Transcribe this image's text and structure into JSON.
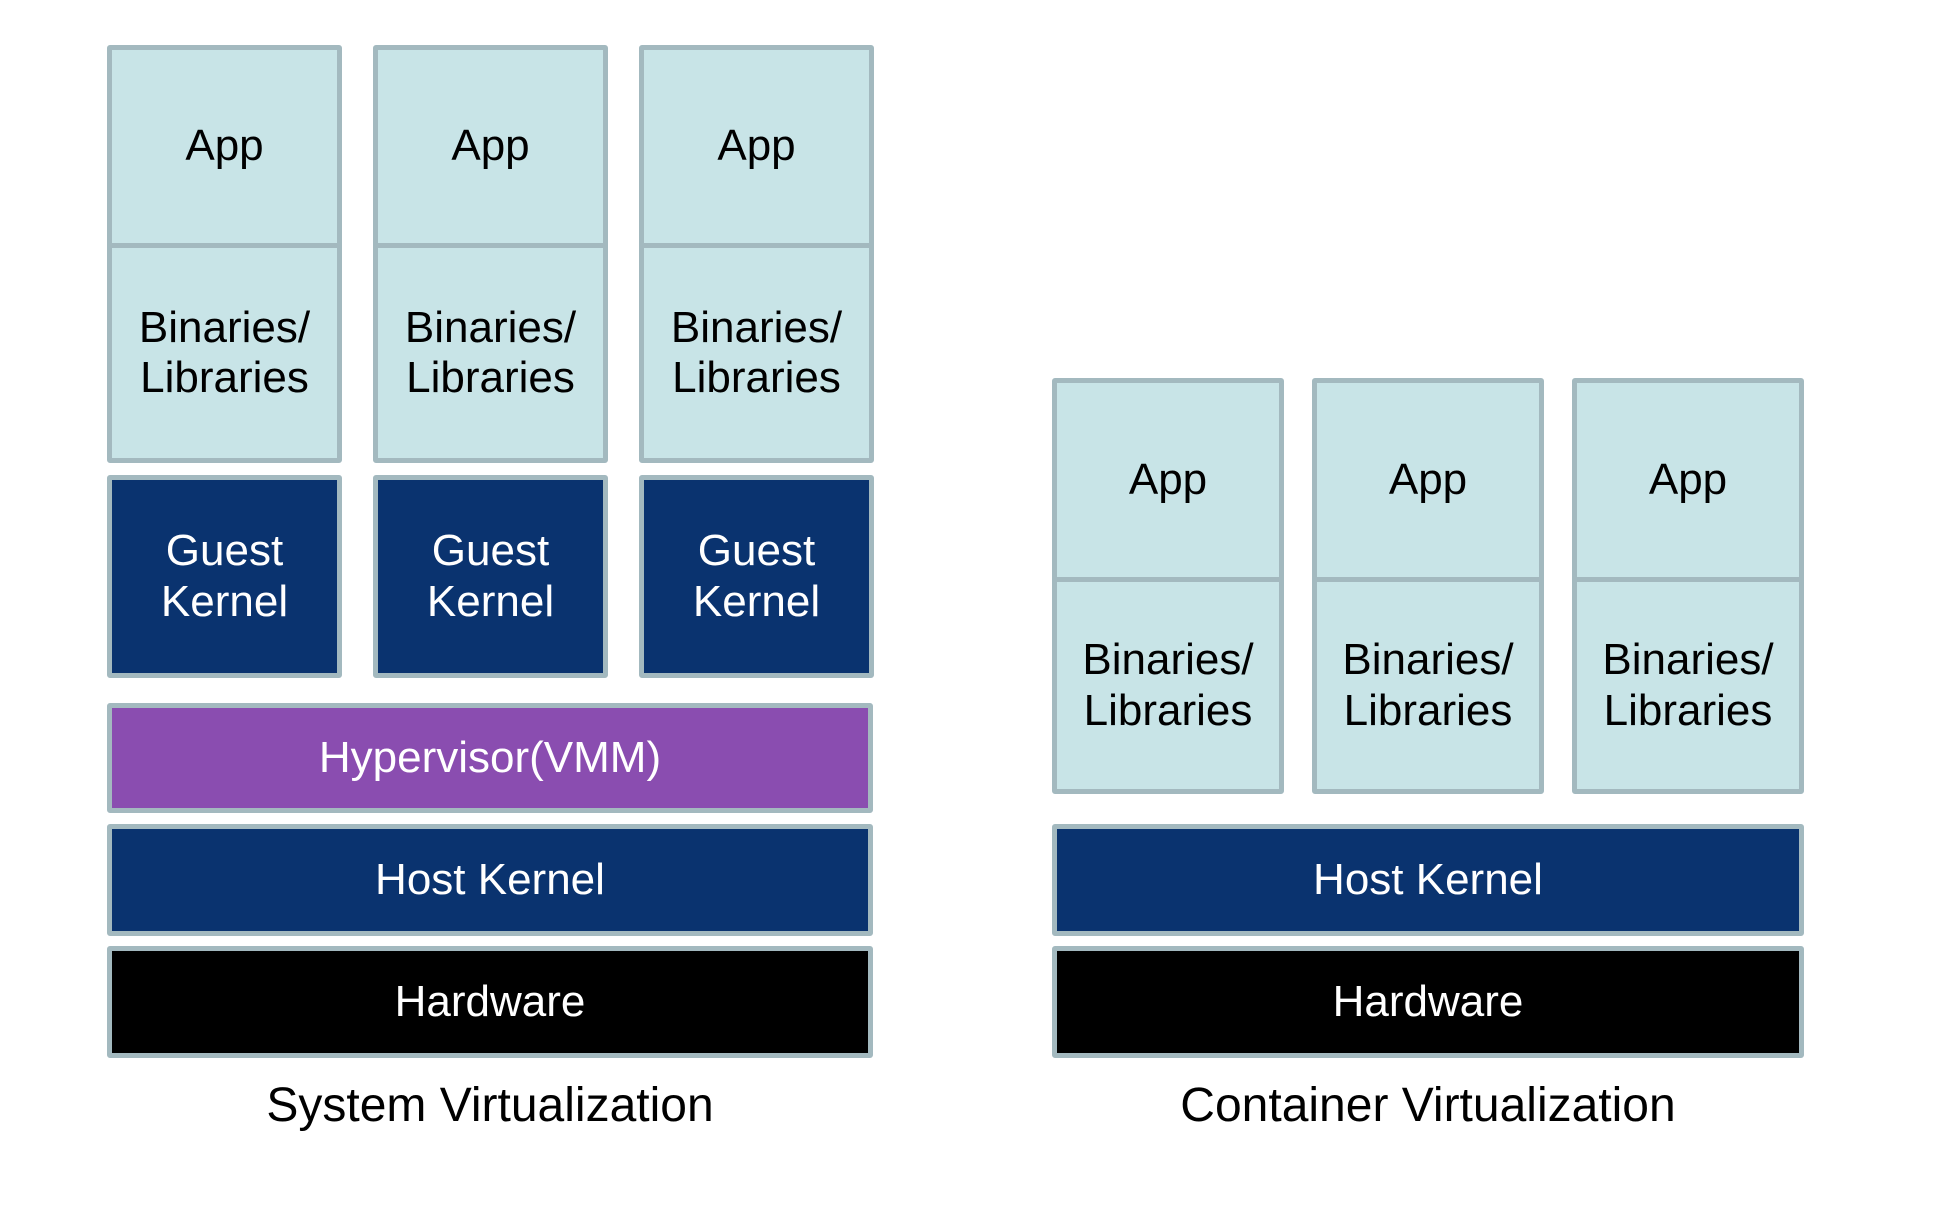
{
  "colors": {
    "box_fill_light": "#c8e4e7",
    "box_border": "#a3b9bf",
    "kernel_navy": "#0a336f",
    "hypervisor_purple": "#8a4db0",
    "hardware_black": "#000000",
    "text_dark": "#000000",
    "text_light": "#ffffff"
  },
  "left_panel": {
    "caption": "System Virtualization",
    "vms": [
      {
        "app": "App",
        "libs_line1": "Binaries/",
        "libs_line2": "Libraries",
        "kernel_line1": "Guest",
        "kernel_line2": "Kernel"
      },
      {
        "app": "App",
        "libs_line1": "Binaries/",
        "libs_line2": "Libraries",
        "kernel_line1": "Guest",
        "kernel_line2": "Kernel"
      },
      {
        "app": "App",
        "libs_line1": "Binaries/",
        "libs_line2": "Libraries",
        "kernel_line1": "Guest",
        "kernel_line2": "Kernel"
      }
    ],
    "hypervisor_label": "Hypervisor(VMM)",
    "host_kernel_label": "Host Kernel",
    "hardware_label": "Hardware"
  },
  "right_panel": {
    "caption": "Container Virtualization",
    "containers": [
      {
        "app": "App",
        "libs_line1": "Binaries/",
        "libs_line2": "Libraries"
      },
      {
        "app": "App",
        "libs_line1": "Binaries/",
        "libs_line2": "Libraries"
      },
      {
        "app": "App",
        "libs_line1": "Binaries/",
        "libs_line2": "Libraries"
      }
    ],
    "host_kernel_label": "Host Kernel",
    "hardware_label": "Hardware"
  }
}
